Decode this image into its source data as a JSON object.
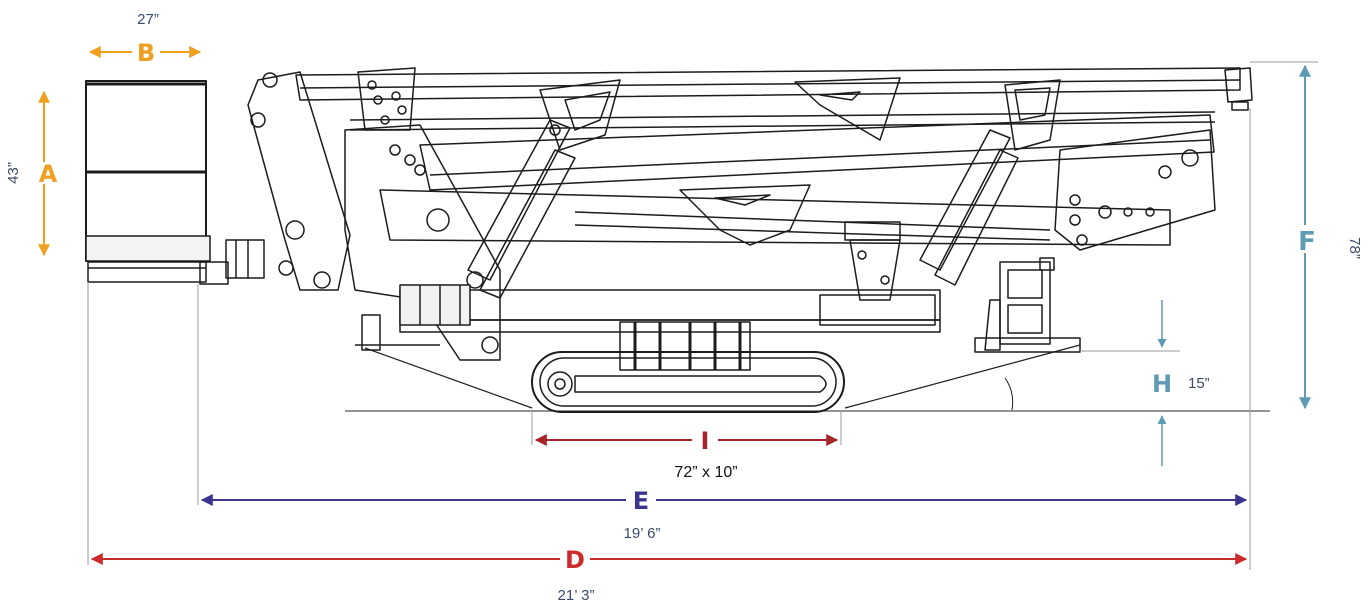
{
  "diagram": {
    "colors": {
      "orange": "#f0a020",
      "teal": "#5f9ab4",
      "purple": "#3c3590",
      "red": "#cc2b2b",
      "dark_red": "#a5252a",
      "line": "#1c1c1c",
      "text_blue": "#3c4c66"
    },
    "dimensions": {
      "A": {
        "letter": "A",
        "value": "43”"
      },
      "B": {
        "letter": "B",
        "value": "27”"
      },
      "D": {
        "letter": "D",
        "value": "21’ 3”"
      },
      "E": {
        "letter": "E",
        "value": "19’ 6”"
      },
      "F": {
        "letter": "F",
        "value": "78”"
      },
      "H": {
        "letter": "H",
        "value": "15”"
      },
      "I": {
        "letter": "I",
        "value": "72” x 10”"
      }
    }
  }
}
